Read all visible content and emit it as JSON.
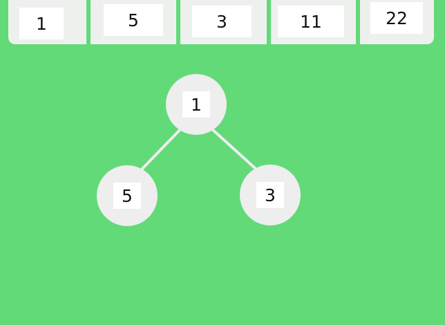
{
  "array": {
    "cells": [
      "1",
      "5",
      "3",
      "11",
      "22"
    ]
  },
  "tree": {
    "nodes": [
      {
        "id": "root",
        "value": "1"
      },
      {
        "id": "left",
        "value": "5"
      },
      {
        "id": "right",
        "value": "3"
      }
    ],
    "edges": [
      {
        "from": "root",
        "to": "left"
      },
      {
        "from": "root",
        "to": "right"
      }
    ]
  },
  "colors": {
    "background": "#62da78",
    "cell_bg": "#eef0ee",
    "node_fill": "#eeeeee",
    "edge": "#eeeeee"
  }
}
